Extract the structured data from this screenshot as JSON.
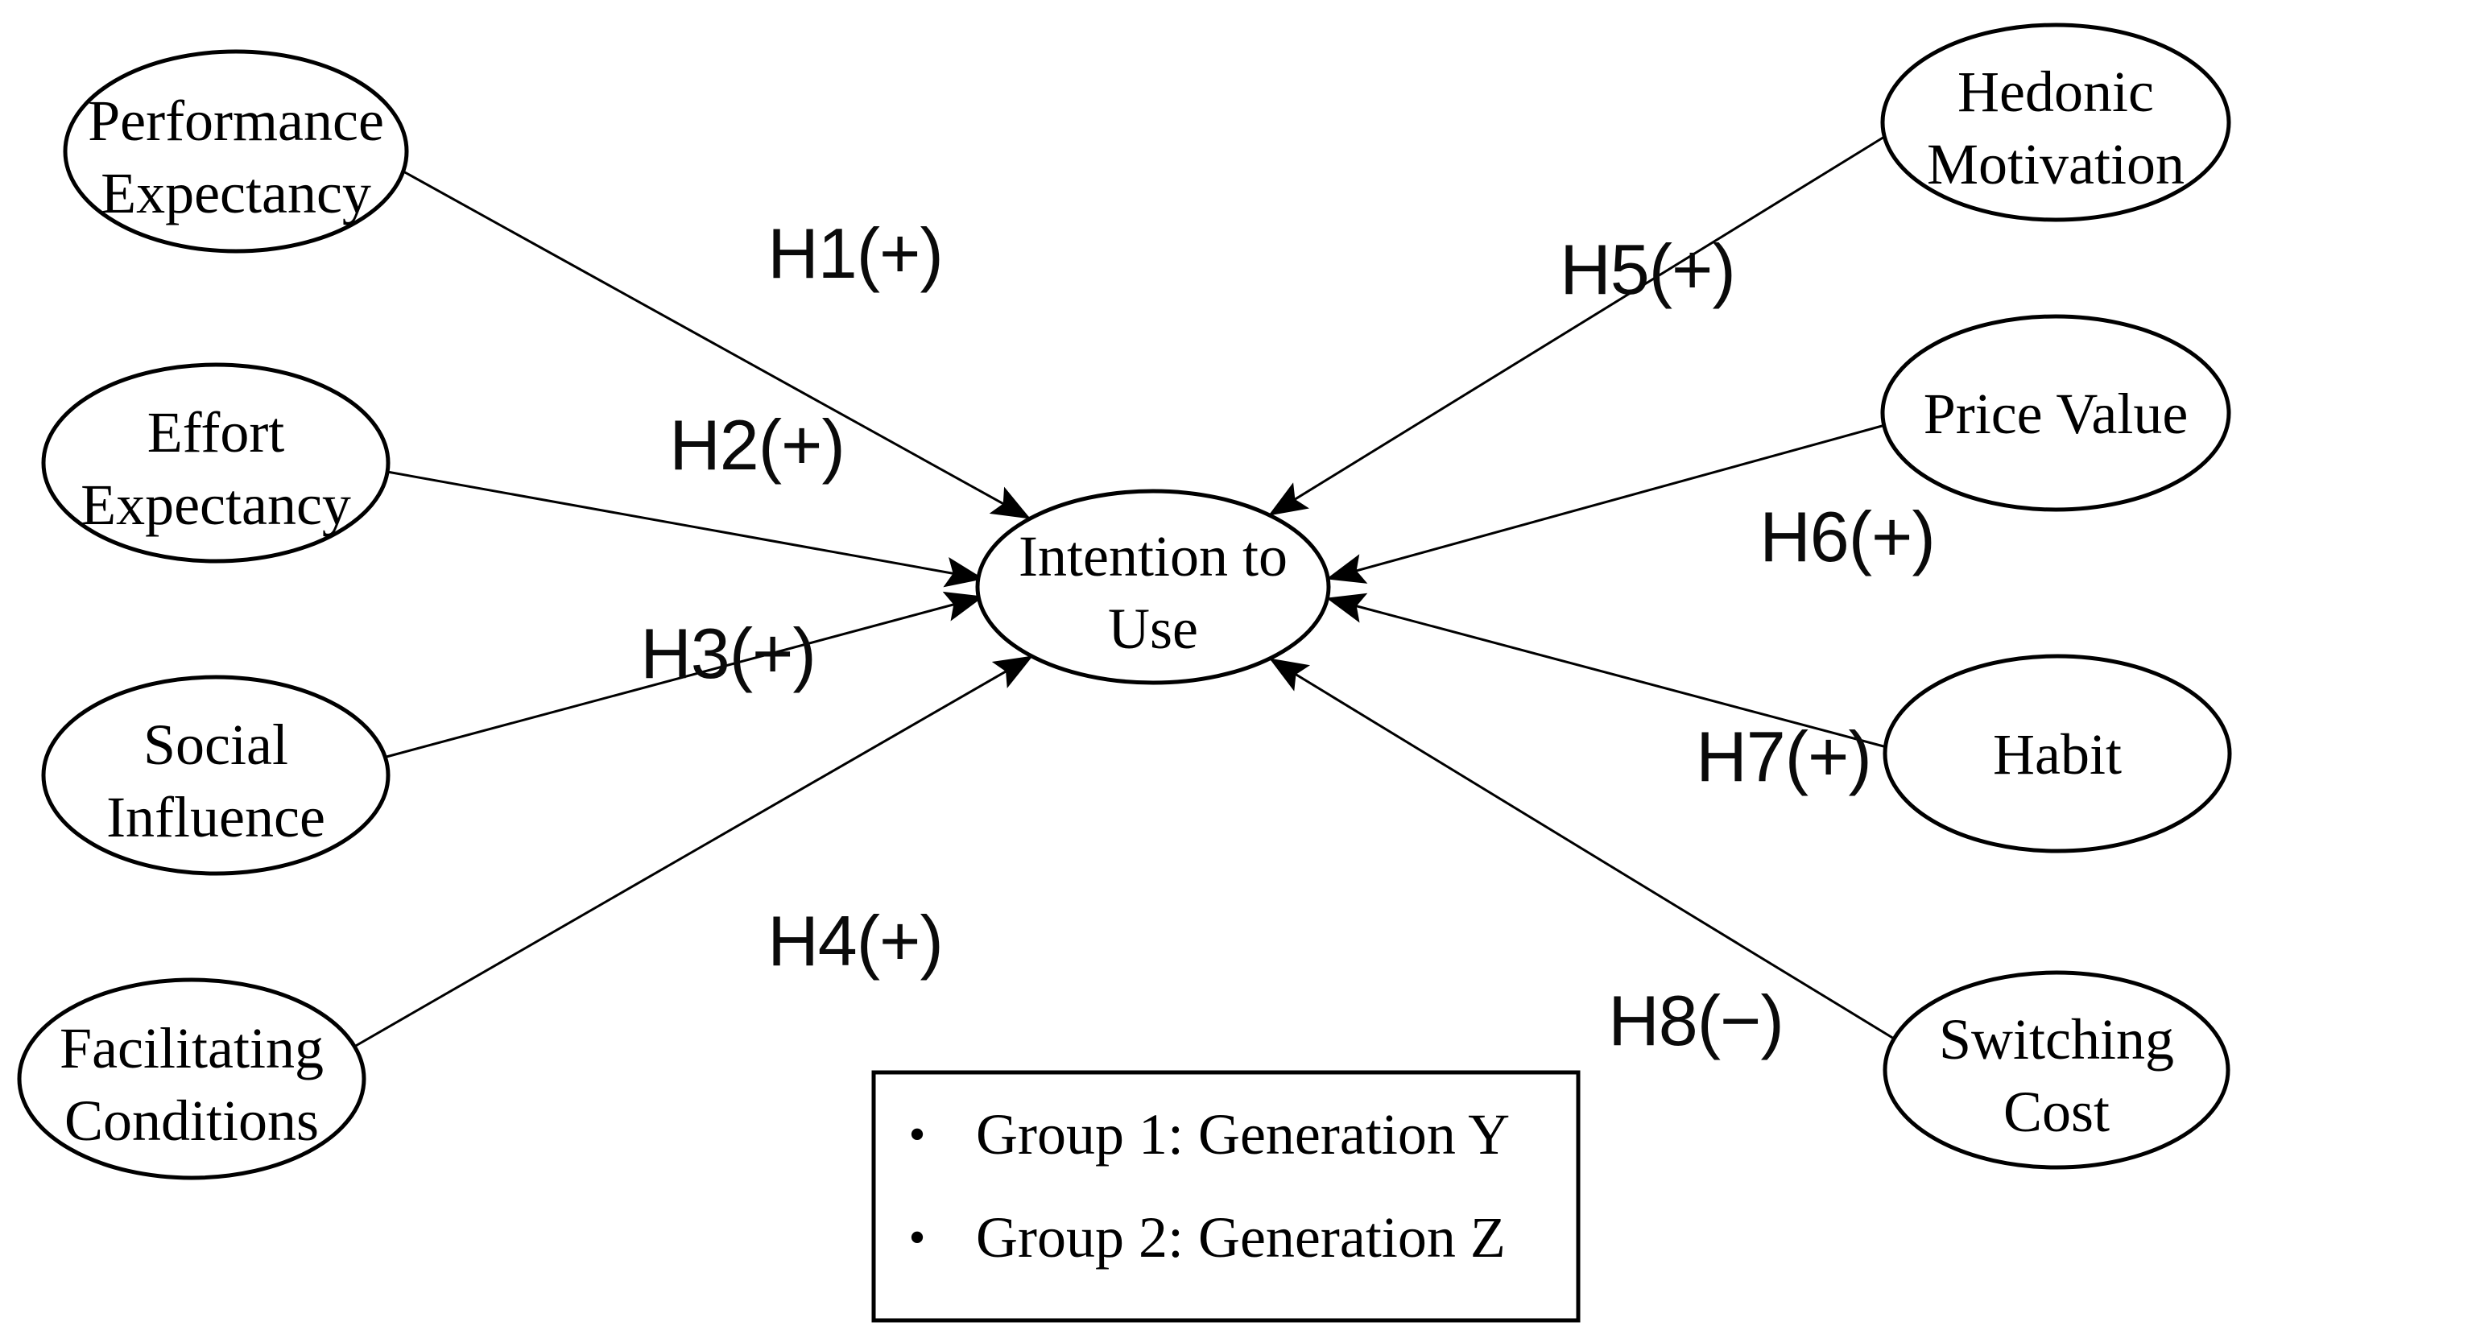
{
  "figure": {
    "background": "#ffffff",
    "line_color": "#000000",
    "text_color": "#000000"
  },
  "nodes": {
    "performance_expectancy": {
      "line1": "Performance",
      "line2": "Expectancy"
    },
    "effort_expectancy": {
      "line1": "Effort",
      "line2": "Expectancy"
    },
    "social_influence": {
      "line1": "Social",
      "line2": "Influence"
    },
    "facilitating_conditions": {
      "line1": "Facilitating",
      "line2": "Conditions"
    },
    "intention_to_use": {
      "line1": "Intention to",
      "line2": "Use"
    },
    "hedonic_motivation": {
      "line1": "Hedonic",
      "line2": "Motivation"
    },
    "price_value": {
      "label": "Price Value"
    },
    "habit": {
      "label": "Habit"
    },
    "switching_cost": {
      "line1": "Switching",
      "line2": "Cost"
    }
  },
  "hypotheses": {
    "h1": {
      "label": "H1(+)",
      "from": "Performance Expectancy",
      "to": "Intention to Use"
    },
    "h2": {
      "label": "H2(+)",
      "from": "Effort Expectancy",
      "to": "Intention to Use"
    },
    "h3": {
      "label": "H3(+)",
      "from": "Social Influence",
      "to": "Intention to Use"
    },
    "h4": {
      "label": "H4(+)",
      "from": "Facilitating Conditions",
      "to": "Intention to Use"
    },
    "h5": {
      "label": "H5(+)",
      "from": "Hedonic Motivation",
      "to": "Intention to Use"
    },
    "h6": {
      "label": "H6(+)",
      "from": "Price Value",
      "to": "Intention to Use"
    },
    "h7": {
      "label": "H7(+)",
      "from": "Habit",
      "to": "Intention to Use"
    },
    "h8": {
      "label": "H8(−)",
      "from": "Switching Cost",
      "to": "Intention to Use"
    }
  },
  "legend": {
    "bullet": "•",
    "items": [
      "Group 1: Generation Y",
      "Group 2: Generation Z"
    ]
  }
}
